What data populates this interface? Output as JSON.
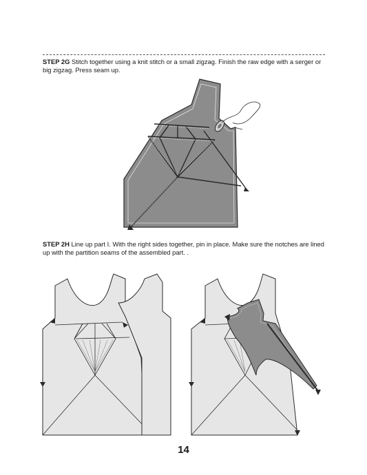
{
  "steps": [
    {
      "label": "STEP 2G",
      "text": "Stitch together using a knit stitch or a small zigzag. Finish the raw edge with a serger or big zigzag. Press seam up."
    },
    {
      "label": "STEP 2H",
      "text": "Line up part I. With the right sides together, pin in place. Make sure the notches are lined up with the partition seams of the assembled part. ."
    }
  ],
  "page_number": "14",
  "colors": {
    "pattern_dark": "#8c8c8c",
    "pattern_light": "#e6e6e6",
    "outline": "#2a2a2a",
    "seam": "#ffffff"
  }
}
